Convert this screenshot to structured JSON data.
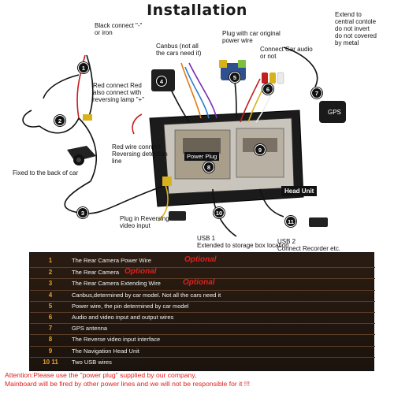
{
  "title": "Installation",
  "callouts": {
    "black_connect": "Black connect \"-\"\nor iron",
    "canbus": "Canbus (not all\nthe cars need it)",
    "plug_power": "Plug with car original\npower wire",
    "connect_car_audio": "Connect Car audio\nor not",
    "extend_console": "Extend to\ncentral contole\ndo not invert\ndo not covered\nby metal",
    "red_connect": "Red connect Red\nalso connect with\nreversing lamp \"+\"",
    "red_wire": "Red wire connect\nReversing detection\nline",
    "fixed_back": "Fixed to the back of car",
    "plug_reversing": "Plug in Reversing\nvideo input",
    "usb1": "USB 1\nExtended to storage box location",
    "usb2": "USB 2\nConnect Recorder etc."
  },
  "labels": {
    "gps": "GPS",
    "power_plug": "Power Plug",
    "head_unit": "Head Unit"
  },
  "markers": [
    "1",
    "2",
    "3",
    "4",
    "5",
    "6",
    "7",
    "8",
    "9",
    "10",
    "11"
  ],
  "legend": [
    {
      "num": "1",
      "desc": "The Rear Camera Power Wire",
      "opt": "Optional"
    },
    {
      "num": "2",
      "desc": "The Rear Camera",
      "opt": "Optional"
    },
    {
      "num": "3",
      "desc": "The Rear Camera Extending Wire",
      "opt": "Optional"
    },
    {
      "num": "4",
      "desc": "Canbus,determined by car model. Not all the cars need it",
      "opt": ""
    },
    {
      "num": "5",
      "desc": "Power wire, the pin determined by car model",
      "opt": ""
    },
    {
      "num": "6",
      "desc": "Audio and video input and output wires",
      "opt": ""
    },
    {
      "num": "7",
      "desc": "GPS antenna",
      "opt": ""
    },
    {
      "num": "8",
      "desc": "The Reverse video input interface",
      "opt": ""
    },
    {
      "num": "9",
      "desc": "The Navigation Head Unit",
      "opt": ""
    },
    {
      "num": "10  11",
      "desc": "Two USB wires",
      "opt": ""
    }
  ],
  "attention": {
    "line1": "Attention:Please use the \"power plug\" supplied by our company,",
    "line2": "Mainboard will be fired by other power lines and we will not be responsible for it !!!"
  },
  "colors": {
    "accent_red": "#e0201c",
    "legend_num": "#e8a032",
    "table_bg": "#2a1c12"
  }
}
